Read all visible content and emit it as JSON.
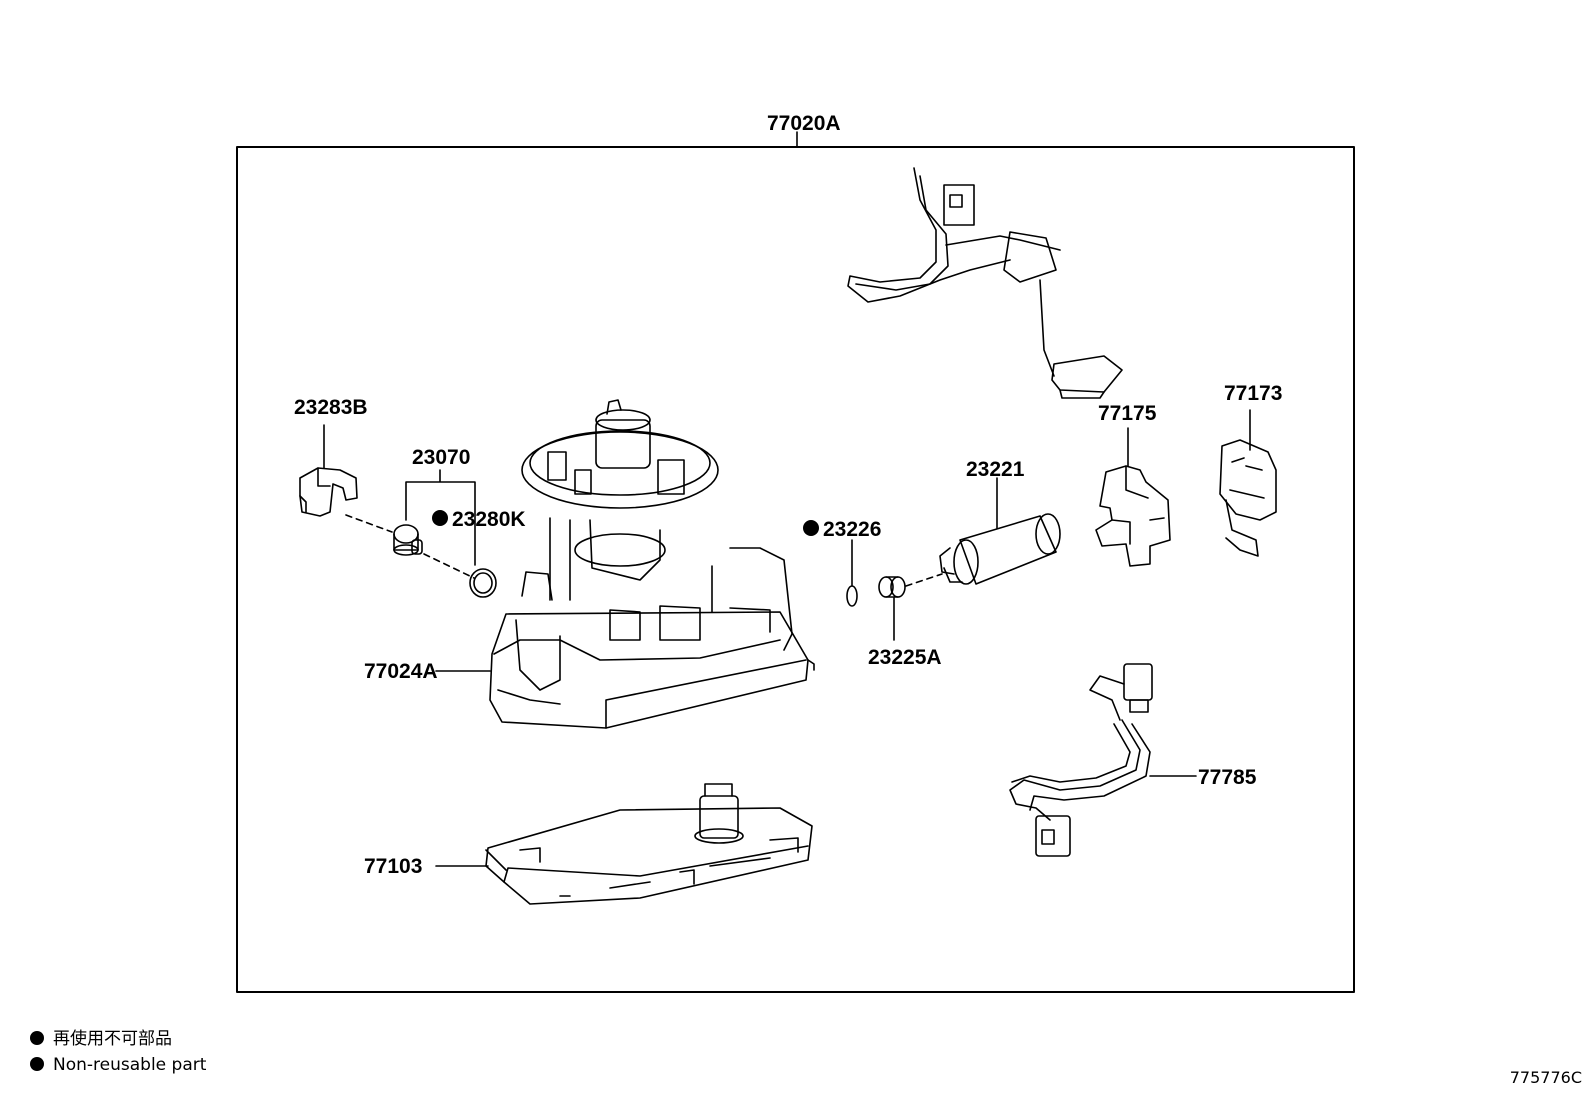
{
  "labels": {
    "assembly": "77020A",
    "p23283B": "23283B",
    "p23070": "23070",
    "p23280K": "23280K",
    "p77024A": "77024A",
    "p23226": "23226",
    "p23221": "23221",
    "p23225A": "23225A",
    "p77175": "77175",
    "p77173": "77173",
    "p77785": "77785",
    "p77103": "77103"
  },
  "legend": {
    "japanese": "再使用不可部品",
    "english": "Non-reusable part"
  },
  "catalog_code": "775776C"
}
